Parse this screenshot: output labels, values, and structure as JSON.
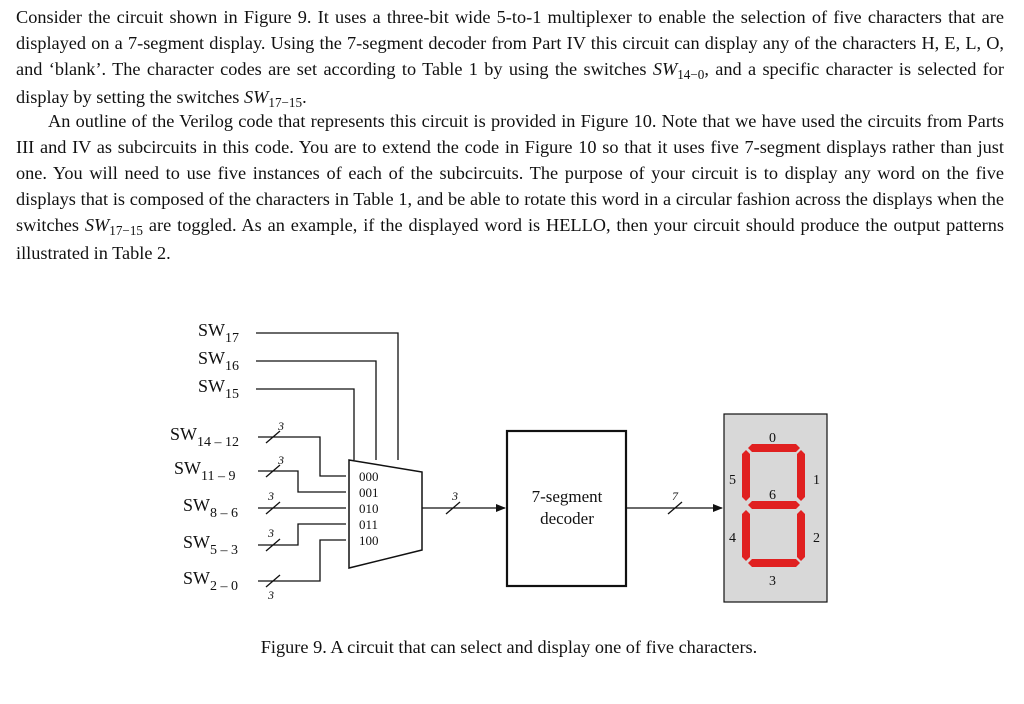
{
  "paragraph1": {
    "t1": "Consider the circuit shown in Figure 9. It uses a three-bit wide 5-to-1 multiplexer to enable the selection of five characters that are displayed on a 7-segment display. Using the 7-segment decoder from Part IV this circuit can display any of the characters H, E, L, O, and ‘blank’. The character codes are set according to Table 1 by using the switches ",
    "sw_a": "SW",
    "sw_a_sub": "14−0",
    "t2": ", and a specific character is selected for display by setting the switches ",
    "sw_b": "SW",
    "sw_b_sub": "17−15",
    "t3": "."
  },
  "paragraph2": {
    "t1": "An outline of the Verilog code that represents this circuit is provided in Figure 10. Note that we have used the circuits from Parts III and IV as subcircuits in this code. You are to extend the code in Figure 10 so that it uses five 7-segment displays rather than just one. You will need to use five instances of each of the subcircuits. The purpose of your circuit is to display any word on the five displays that is composed of the characters in Table 1, and be able to rotate this word in a circular fashion across the displays when the switches ",
    "sw": "SW",
    "sw_sub": "17−15",
    "t2": " are toggled. As an example, if the displayed word is HELLO, then your circuit should produce the output patterns illustrated in Table 2."
  },
  "figure": {
    "select_inputs": [
      {
        "base": "SW",
        "sub": "17"
      },
      {
        "base": "SW",
        "sub": "16"
      },
      {
        "base": "SW",
        "sub": "15"
      }
    ],
    "data_inputs": [
      {
        "base": "SW",
        "sub": "14 – 12",
        "width": "3"
      },
      {
        "base": "SW",
        "sub": "11 – 9",
        "width": "3"
      },
      {
        "base": "SW",
        "sub": "8 – 6",
        "width": "3"
      },
      {
        "base": "SW",
        "sub": "5 – 3",
        "width": "3"
      },
      {
        "base": "SW",
        "sub": "2 – 0",
        "width": "3"
      }
    ],
    "mux_codes": [
      "000",
      "001",
      "010",
      "011",
      "100"
    ],
    "mux_out_width": "3",
    "decoder_label_line1": "7-segment",
    "decoder_label_line2": "decoder",
    "decoder_out_width": "7",
    "segment_labels": {
      "s0": "0",
      "s1": "1",
      "s2": "2",
      "s3": "3",
      "s4": "4",
      "s5": "5",
      "s6": "6"
    },
    "segment_color": "#e02020",
    "display_bg": "#d8d8d8"
  },
  "caption": "Figure 9. A circuit that can select and display one of five characters."
}
